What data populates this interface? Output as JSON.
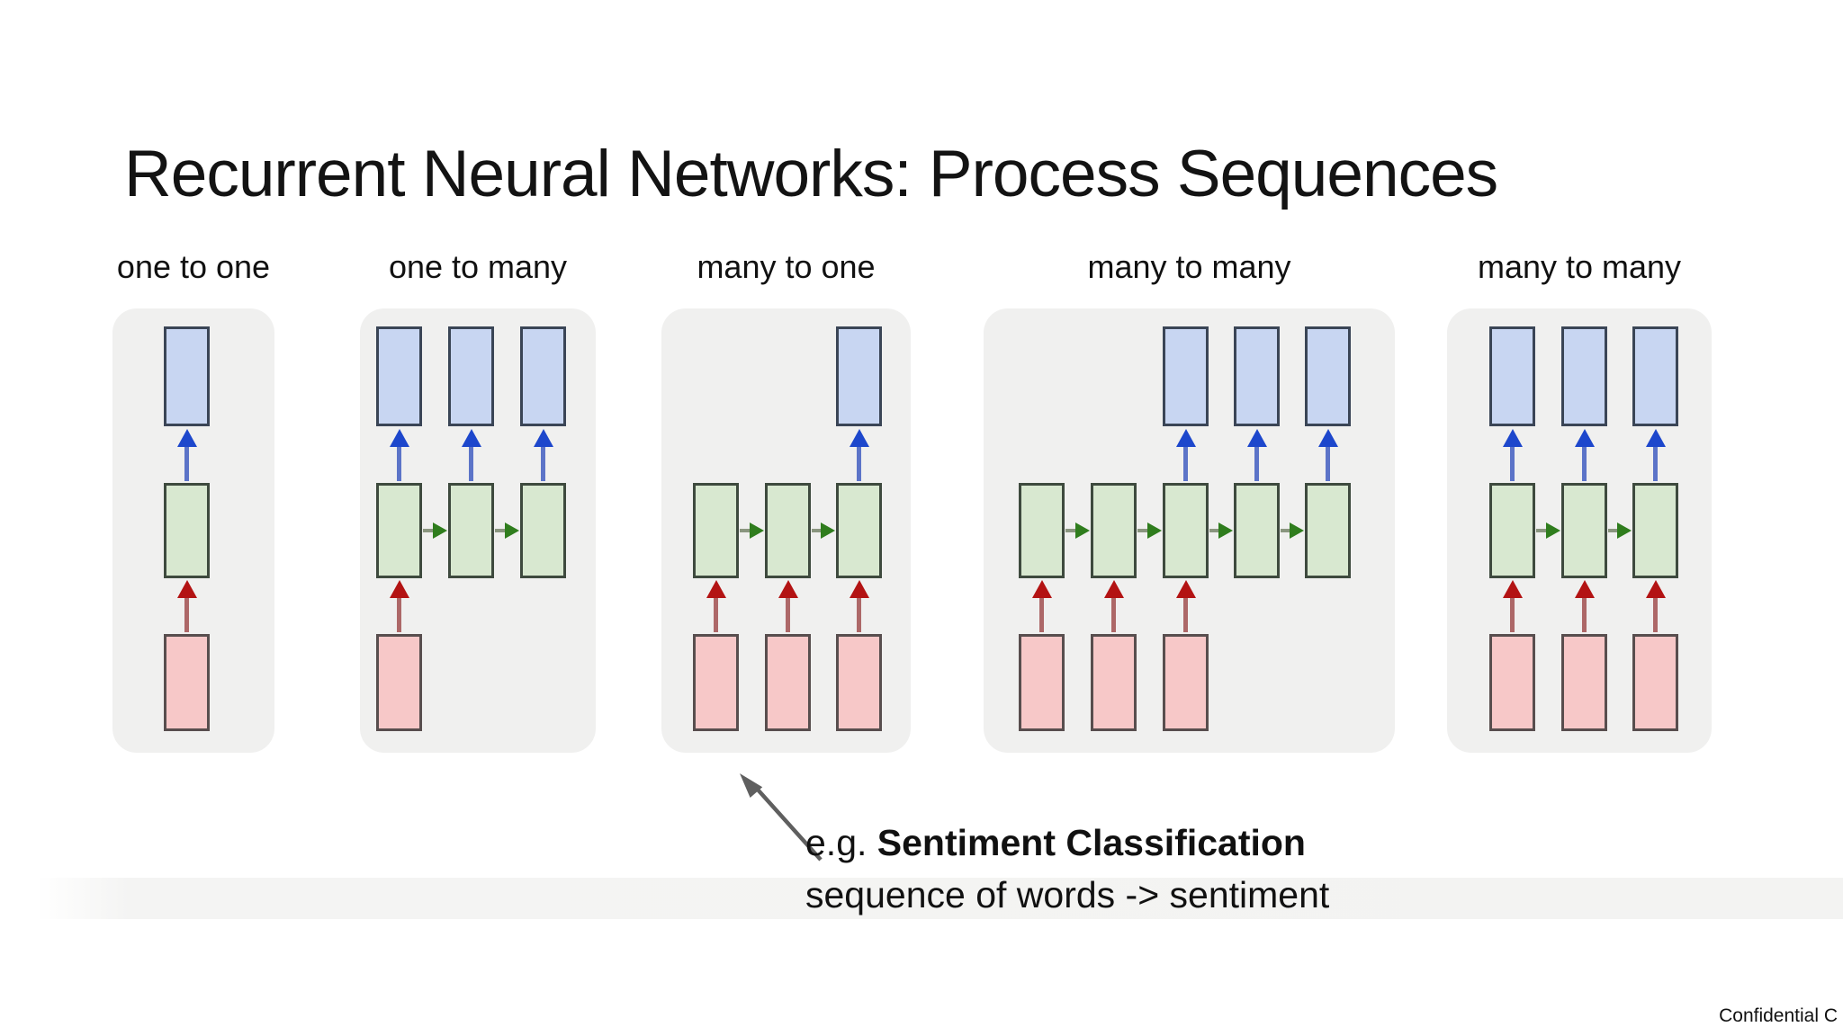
{
  "slide": {
    "title": "Recurrent Neural Networks: Process Sequences",
    "footer": "Confidential C",
    "annotation": {
      "prefix": "e.g. ",
      "bold_text": "Sentiment Classification",
      "line2": "sequence of words -> sentiment"
    },
    "colors": {
      "panel_bg": "#f0f0ef",
      "output_box_fill": "#c8d6f2",
      "output_box_border": "#3a4556",
      "hidden_box_fill": "#d8e8d0",
      "hidden_box_border": "#3e4a3e",
      "input_box_fill": "#f7c8c8",
      "input_box_border": "#584e4e",
      "output_arrow_head": "#1d47cc",
      "output_arrow_shaft": "#5c74c8",
      "input_arrow_head": "#b31313",
      "input_arrow_shaft": "#ad6868",
      "hidden_arrow_head": "#2f7d1d",
      "hidden_arrow_shaft": "#8a967f",
      "annotation_arrow": "#5f5f5f"
    },
    "panels": [
      {
        "label": "one to one",
        "output_boxes": [
          0
        ],
        "hidden_boxes": [
          0
        ],
        "input_boxes": [
          0
        ],
        "hidden_chain": false
      },
      {
        "label": "one to many",
        "output_boxes": [
          0,
          1,
          2
        ],
        "hidden_boxes": [
          0,
          1,
          2
        ],
        "input_boxes": [
          0
        ],
        "hidden_chain": true
      },
      {
        "label": "many to one",
        "output_boxes": [
          2
        ],
        "hidden_boxes": [
          0,
          1,
          2
        ],
        "input_boxes": [
          0,
          1,
          2
        ],
        "hidden_chain": true
      },
      {
        "label": "many to many",
        "output_boxes": [
          2,
          3,
          4
        ],
        "hidden_boxes": [
          0,
          1,
          2,
          3,
          4
        ],
        "input_boxes": [
          0,
          1,
          2
        ],
        "hidden_chain": true
      },
      {
        "label": "many to many",
        "output_boxes": [
          0,
          1,
          2
        ],
        "hidden_boxes": [
          0,
          1,
          2
        ],
        "input_boxes": [
          0,
          1,
          2
        ],
        "hidden_chain": true
      }
    ]
  }
}
